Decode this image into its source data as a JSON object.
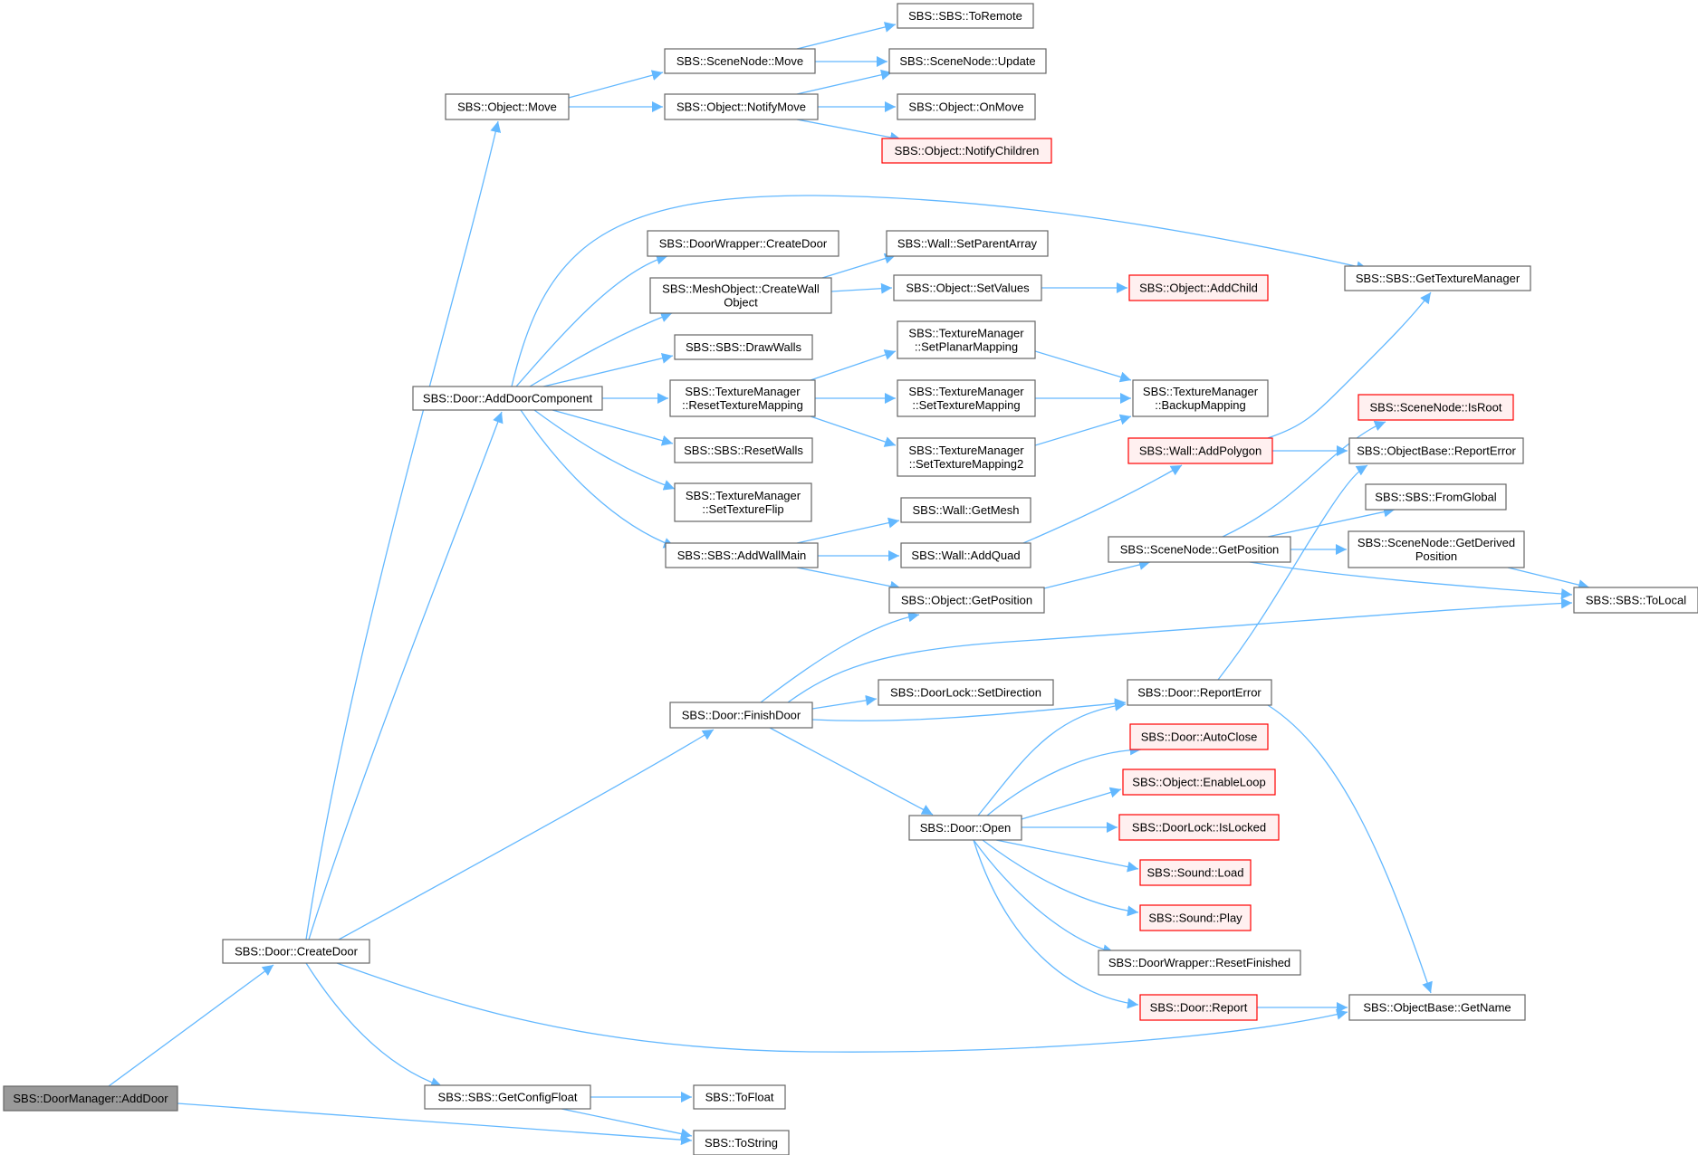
{
  "colors": {
    "edge": "#63b8ff",
    "node_border": "#666666",
    "node_fill": "#ffffff",
    "current_fill": "#999999",
    "current_border": "#666666",
    "truncated_border": "#ff0000",
    "truncated_fill": "#fff0f0"
  },
  "nodes": [
    {
      "id": "addDoor",
      "label": "SBS::DoorManager::AddDoor",
      "kind": "current"
    },
    {
      "id": "createDoor",
      "label": "SBS::Door::CreateDoor"
    },
    {
      "id": "objMove",
      "label": "SBS::Object::Move"
    },
    {
      "id": "addDoorComponent",
      "label": "SBS::Door::AddDoorComponent"
    },
    {
      "id": "finishDoor",
      "label": "SBS::Door::FinishDoor"
    },
    {
      "id": "getConfigFloat",
      "label": "SBS::SBS::GetConfigFloat"
    },
    {
      "id": "toFloat",
      "label": "SBS::ToFloat"
    },
    {
      "id": "toString",
      "label": "SBS::ToString"
    },
    {
      "id": "sceneNodeMove",
      "label": "SBS::SceneNode::Move"
    },
    {
      "id": "objNotifyMove",
      "label": "SBS::Object::NotifyMove"
    },
    {
      "id": "toRemote",
      "label": "SBS::SBS::ToRemote"
    },
    {
      "id": "sceneNodeUpdate",
      "label": "SBS::SceneNode::Update"
    },
    {
      "id": "objOnMove",
      "label": "SBS::Object::OnMove"
    },
    {
      "id": "objNotifyChildren",
      "label": "SBS::Object::NotifyChildren",
      "kind": "truncated"
    },
    {
      "id": "doorWrapperCreateDoor",
      "label": "SBS::DoorWrapper::CreateDoor"
    },
    {
      "id": "meshCreateWallObject",
      "label": "SBS::MeshObject::CreateWall\nObject"
    },
    {
      "id": "drawWalls",
      "label": "SBS::SBS::DrawWalls"
    },
    {
      "id": "resetTextureMapping",
      "label": "SBS::TextureManager\n::ResetTextureMapping"
    },
    {
      "id": "resetWalls",
      "label": "SBS::SBS::ResetWalls"
    },
    {
      "id": "setTextureFlip",
      "label": "SBS::TextureManager\n::SetTextureFlip"
    },
    {
      "id": "addWallMain",
      "label": "SBS::SBS::AddWallMain"
    },
    {
      "id": "wallSetParentArray",
      "label": "SBS::Wall::SetParentArray"
    },
    {
      "id": "objSetValues",
      "label": "SBS::Object::SetValues"
    },
    {
      "id": "objAddChild",
      "label": "SBS::Object::AddChild",
      "kind": "truncated"
    },
    {
      "id": "setPlanarMapping",
      "label": "SBS::TextureManager\n::SetPlanarMapping"
    },
    {
      "id": "setTextureMapping",
      "label": "SBS::TextureManager\n::SetTextureMapping"
    },
    {
      "id": "setTextureMapping2",
      "label": "SBS::TextureManager\n::SetTextureMapping2"
    },
    {
      "id": "backupMapping",
      "label": "SBS::TextureManager\n::BackupMapping"
    },
    {
      "id": "getTextureManager",
      "label": "SBS::SBS::GetTextureManager"
    },
    {
      "id": "wallGetMesh",
      "label": "SBS::Wall::GetMesh"
    },
    {
      "id": "wallAddQuad",
      "label": "SBS::Wall::AddQuad"
    },
    {
      "id": "objGetPosition",
      "label": "SBS::Object::GetPosition"
    },
    {
      "id": "wallAddPolygon",
      "label": "SBS::Wall::AddPolygon",
      "kind": "truncated"
    },
    {
      "id": "sceneNodeIsRoot",
      "label": "SBS::SceneNode::IsRoot",
      "kind": "truncated"
    },
    {
      "id": "objBaseReportError",
      "label": "SBS::ObjectBase::ReportError"
    },
    {
      "id": "sceneNodeGetPosition",
      "label": "SBS::SceneNode::GetPosition"
    },
    {
      "id": "fromGlobal",
      "label": "SBS::SBS::FromGlobal"
    },
    {
      "id": "sceneNodeGetDerivedPosition",
      "label": "SBS::SceneNode::GetDerived\nPosition"
    },
    {
      "id": "toLocal",
      "label": "SBS::SBS::ToLocal"
    },
    {
      "id": "doorLockSetDirection",
      "label": "SBS::DoorLock::SetDirection"
    },
    {
      "id": "doorReportError",
      "label": "SBS::Door::ReportError"
    },
    {
      "id": "doorOpen",
      "label": "SBS::Door::Open"
    },
    {
      "id": "doorAutoClose",
      "label": "SBS::Door::AutoClose",
      "kind": "truncated"
    },
    {
      "id": "objEnableLoop",
      "label": "SBS::Object::EnableLoop",
      "kind": "truncated"
    },
    {
      "id": "doorLockIsLocked",
      "label": "SBS::DoorLock::IsLocked",
      "kind": "truncated"
    },
    {
      "id": "soundLoad",
      "label": "SBS::Sound::Load",
      "kind": "truncated"
    },
    {
      "id": "soundPlay",
      "label": "SBS::Sound::Play",
      "kind": "truncated"
    },
    {
      "id": "doorWrapperResetFinished",
      "label": "SBS::DoorWrapper::ResetFinished"
    },
    {
      "id": "doorReport",
      "label": "SBS::Door::Report",
      "kind": "truncated"
    },
    {
      "id": "objBaseGetName",
      "label": "SBS::ObjectBase::GetName"
    }
  ],
  "edges": [
    {
      "from": "addDoor",
      "to": "createDoor"
    },
    {
      "from": "addDoor",
      "to": "toString"
    },
    {
      "from": "createDoor",
      "to": "objMove"
    },
    {
      "from": "createDoor",
      "to": "addDoorComponent"
    },
    {
      "from": "createDoor",
      "to": "finishDoor"
    },
    {
      "from": "createDoor",
      "to": "getConfigFloat"
    },
    {
      "from": "createDoor",
      "to": "objBaseGetName"
    },
    {
      "from": "getConfigFloat",
      "to": "toFloat"
    },
    {
      "from": "getConfigFloat",
      "to": "toString"
    },
    {
      "from": "objMove",
      "to": "sceneNodeMove"
    },
    {
      "from": "objMove",
      "to": "objNotifyMove"
    },
    {
      "from": "sceneNodeMove",
      "to": "toRemote"
    },
    {
      "from": "sceneNodeMove",
      "to": "sceneNodeUpdate"
    },
    {
      "from": "objNotifyMove",
      "to": "sceneNodeUpdate"
    },
    {
      "from": "objNotifyMove",
      "to": "objOnMove"
    },
    {
      "from": "objNotifyMove",
      "to": "objNotifyChildren"
    },
    {
      "from": "addDoorComponent",
      "to": "getTextureManager"
    },
    {
      "from": "addDoorComponent",
      "to": "doorWrapperCreateDoor"
    },
    {
      "from": "addDoorComponent",
      "to": "meshCreateWallObject"
    },
    {
      "from": "addDoorComponent",
      "to": "drawWalls"
    },
    {
      "from": "addDoorComponent",
      "to": "resetTextureMapping"
    },
    {
      "from": "addDoorComponent",
      "to": "resetWalls"
    },
    {
      "from": "addDoorComponent",
      "to": "setTextureFlip"
    },
    {
      "from": "addDoorComponent",
      "to": "addWallMain"
    },
    {
      "from": "meshCreateWallObject",
      "to": "wallSetParentArray"
    },
    {
      "from": "meshCreateWallObject",
      "to": "objSetValues"
    },
    {
      "from": "objSetValues",
      "to": "objAddChild"
    },
    {
      "from": "resetTextureMapping",
      "to": "setPlanarMapping"
    },
    {
      "from": "resetTextureMapping",
      "to": "setTextureMapping"
    },
    {
      "from": "resetTextureMapping",
      "to": "setTextureMapping2"
    },
    {
      "from": "setPlanarMapping",
      "to": "backupMapping"
    },
    {
      "from": "setTextureMapping",
      "to": "backupMapping"
    },
    {
      "from": "setTextureMapping2",
      "to": "backupMapping"
    },
    {
      "from": "addWallMain",
      "to": "wallGetMesh"
    },
    {
      "from": "addWallMain",
      "to": "wallAddQuad"
    },
    {
      "from": "addWallMain",
      "to": "objGetPosition"
    },
    {
      "from": "wallAddQuad",
      "to": "wallAddPolygon"
    },
    {
      "from": "wallAddPolygon",
      "to": "getTextureManager"
    },
    {
      "from": "wallAddPolygon",
      "to": "objBaseReportError"
    },
    {
      "from": "objGetPosition",
      "to": "sceneNodeGetPosition"
    },
    {
      "from": "sceneNodeGetPosition",
      "to": "sceneNodeIsRoot"
    },
    {
      "from": "sceneNodeGetPosition",
      "to": "fromGlobal"
    },
    {
      "from": "sceneNodeGetPosition",
      "to": "sceneNodeGetDerivedPosition"
    },
    {
      "from": "sceneNodeGetPosition",
      "to": "toLocal"
    },
    {
      "from": "sceneNodeGetDerivedPosition",
      "to": "toLocal"
    },
    {
      "from": "finishDoor",
      "to": "objGetPosition"
    },
    {
      "from": "finishDoor",
      "to": "toLocal"
    },
    {
      "from": "finishDoor",
      "to": "doorLockSetDirection"
    },
    {
      "from": "finishDoor",
      "to": "doorReportError"
    },
    {
      "from": "finishDoor",
      "to": "doorOpen"
    },
    {
      "from": "doorReportError",
      "to": "objBaseReportError"
    },
    {
      "from": "doorReportError",
      "to": "objBaseGetName"
    },
    {
      "from": "doorOpen",
      "to": "doorReportError"
    },
    {
      "from": "doorOpen",
      "to": "doorAutoClose"
    },
    {
      "from": "doorOpen",
      "to": "objEnableLoop"
    },
    {
      "from": "doorOpen",
      "to": "doorLockIsLocked"
    },
    {
      "from": "doorOpen",
      "to": "soundLoad"
    },
    {
      "from": "doorOpen",
      "to": "soundPlay"
    },
    {
      "from": "doorOpen",
      "to": "doorWrapperResetFinished"
    },
    {
      "from": "doorOpen",
      "to": "doorReport"
    },
    {
      "from": "doorReport",
      "to": "objBaseGetName"
    }
  ]
}
